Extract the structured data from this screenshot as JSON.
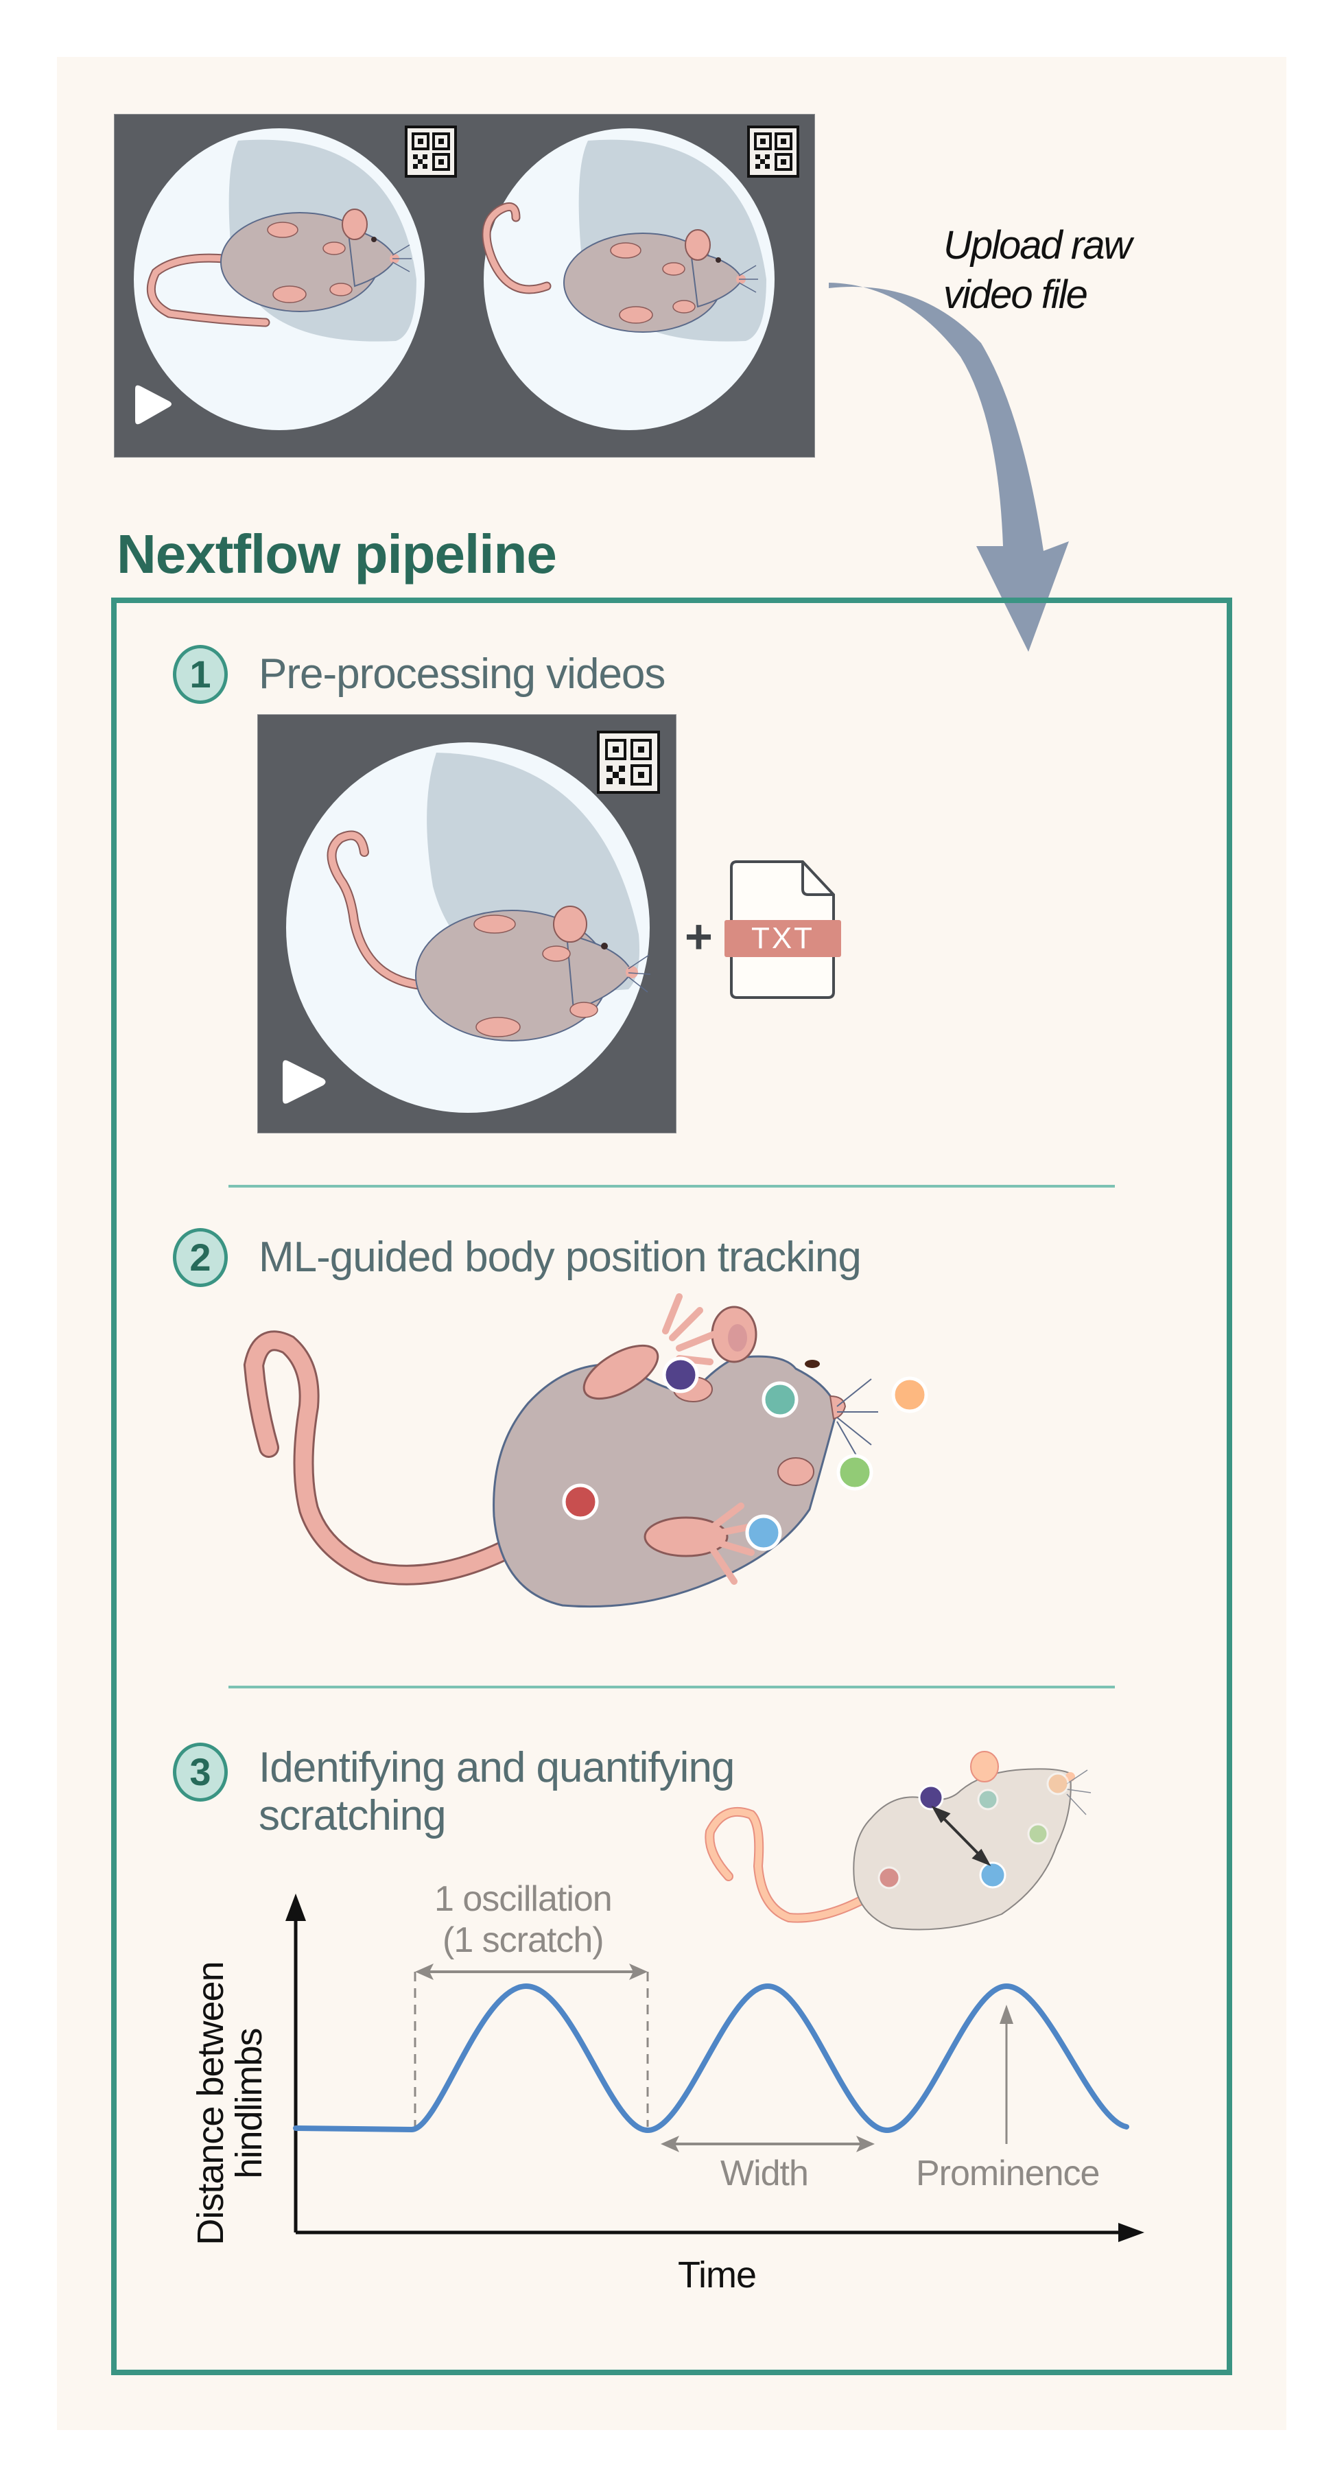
{
  "colors": {
    "background_panel": "#fcf7f1",
    "video_bg": "#5a5d62",
    "arena_fill": "#f2f8fc",
    "arena_shadow": "#c8d4dc",
    "frame_green": "#3a9483",
    "title_green": "#2a6a5a",
    "badge_fill": "#c4e3dc",
    "step_title": "#566e72",
    "divider": "#7cc2b3",
    "arrow_blue": "#8b9ab0",
    "txt_badge": "#d98c82",
    "signal_blue": "#4f86c6",
    "annotation_gray": "#8e8a86",
    "mouse_body": "#c2b3b2",
    "mouse_pink": "#ecaea4",
    "markers": {
      "purple": "#52428a",
      "teal": "#6dbaaa",
      "orange": "#fdb880",
      "green": "#92cb76",
      "red": "#c84f4f",
      "blue": "#72b4e2"
    }
  },
  "upload": {
    "label_line1": "Upload raw",
    "label_line2": "video file",
    "play_icon": "play-icon",
    "qr_icon": "qr-code-icon"
  },
  "pipeline": {
    "title": "Nextflow pipeline",
    "steps": [
      {
        "number": "1",
        "title": "Pre-processing videos",
        "plus": "+",
        "file_label": "TXT"
      },
      {
        "number": "2",
        "title": "ML-guided body position tracking",
        "markers": [
          "purple",
          "teal",
          "orange",
          "green",
          "red",
          "blue"
        ]
      },
      {
        "number": "3",
        "title_line1": "Identifying and quantifying",
        "title_line2": "scratching"
      }
    ]
  },
  "chart_data": {
    "type": "line",
    "title": "",
    "xlabel": "Time",
    "ylabel": "Distance between hindlimbs",
    "ylabel_line1": "Distance between",
    "ylabel_line2": "hindlimbs",
    "grid": false,
    "description": "Schematic signal: flat baseline followed by three sinusoidal oscillations (scratches)",
    "x": [
      0,
      1,
      1.5,
      2,
      2.5,
      3,
      3.5,
      4,
      4.5,
      5
    ],
    "values": [
      0,
      0,
      1,
      0,
      1,
      0,
      1,
      0,
      1,
      0
    ],
    "annotations": {
      "oscillation_line1": "1 oscillation",
      "oscillation_line2": "(1 scratch)",
      "width": "Width",
      "prominence": "Prominence"
    }
  }
}
